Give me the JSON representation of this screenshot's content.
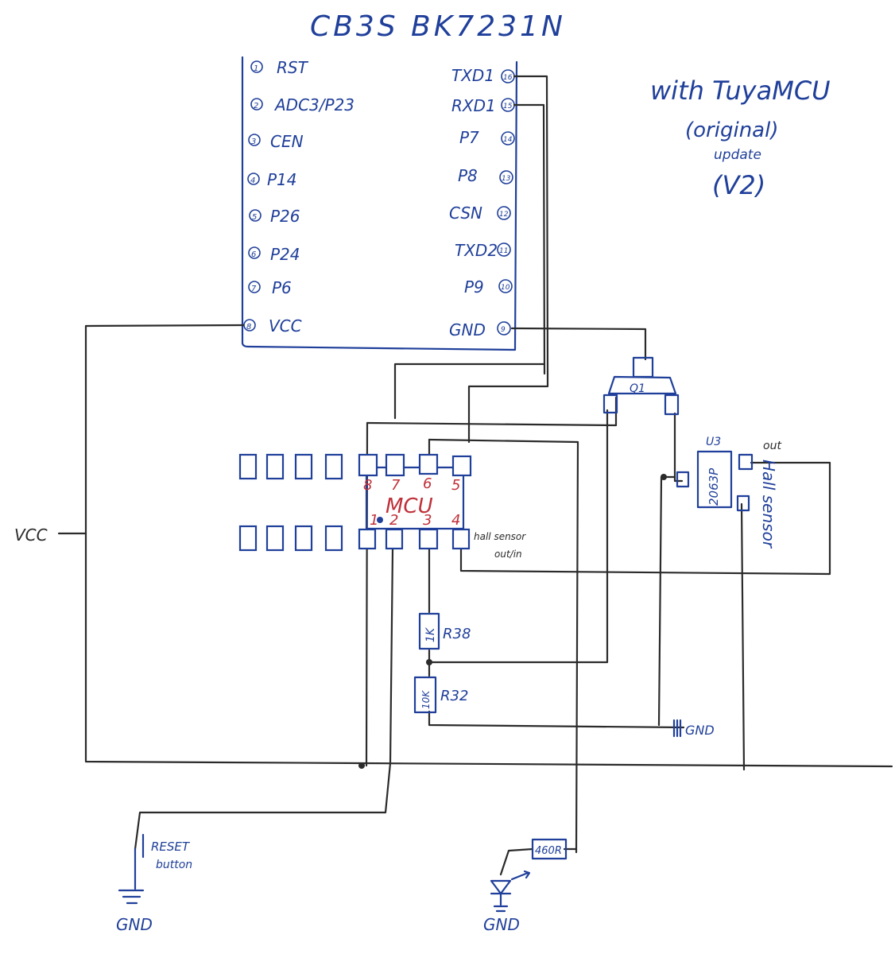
{
  "title": "CB3S  BK7231N",
  "note": {
    "line1": "with TuyaMCU",
    "line2": "(original)",
    "line3": "update",
    "line4": "(V2)"
  },
  "module": {
    "left_pins": [
      {
        "num": "1",
        "label": "RST"
      },
      {
        "num": "2",
        "label": "ADC3/P23"
      },
      {
        "num": "3",
        "label": "CEN"
      },
      {
        "num": "4",
        "label": "P14"
      },
      {
        "num": "5",
        "label": "P26"
      },
      {
        "num": "6",
        "label": "P24"
      },
      {
        "num": "7",
        "label": "P6"
      },
      {
        "num": "8",
        "label": "VCC"
      }
    ],
    "right_pins": [
      {
        "num": "16",
        "label": "TXD1"
      },
      {
        "num": "15",
        "label": "RXD1"
      },
      {
        "num": "14",
        "label": "P7"
      },
      {
        "num": "13",
        "label": "P8"
      },
      {
        "num": "12",
        "label": "CSN"
      },
      {
        "num": "11",
        "label": "TXD2"
      },
      {
        "num": "10",
        "label": "P9"
      },
      {
        "num": "9",
        "label": "GND"
      }
    ]
  },
  "mcu": {
    "label": "MCU",
    "top_pins": [
      "8",
      "7",
      "6",
      "5"
    ],
    "bottom_pins": [
      "1",
      "2",
      "3",
      "4"
    ],
    "pin4_note_line1": "hall sensor",
    "pin4_note_line2": "out/in"
  },
  "transistor": {
    "label": "Q1"
  },
  "hall_ic": {
    "ref": "U3",
    "part": "2063P",
    "out_label": "out",
    "sensor_label": "Hall sensor"
  },
  "resistors": [
    {
      "value": "1K",
      "ref": "R38"
    },
    {
      "value": "10K",
      "ref": "R32"
    },
    {
      "value": "460R",
      "ref": ""
    }
  ],
  "labels": {
    "vcc": "VCC",
    "gnd_mid": "GND",
    "reset_line1": "RESET",
    "reset_line2": "button",
    "gnd_left": "GND",
    "gnd_right": "GND"
  },
  "colors": {
    "ink": "#1f3f9a",
    "wire": "#2b2b2b",
    "pin_numbers": "#c0303a"
  }
}
